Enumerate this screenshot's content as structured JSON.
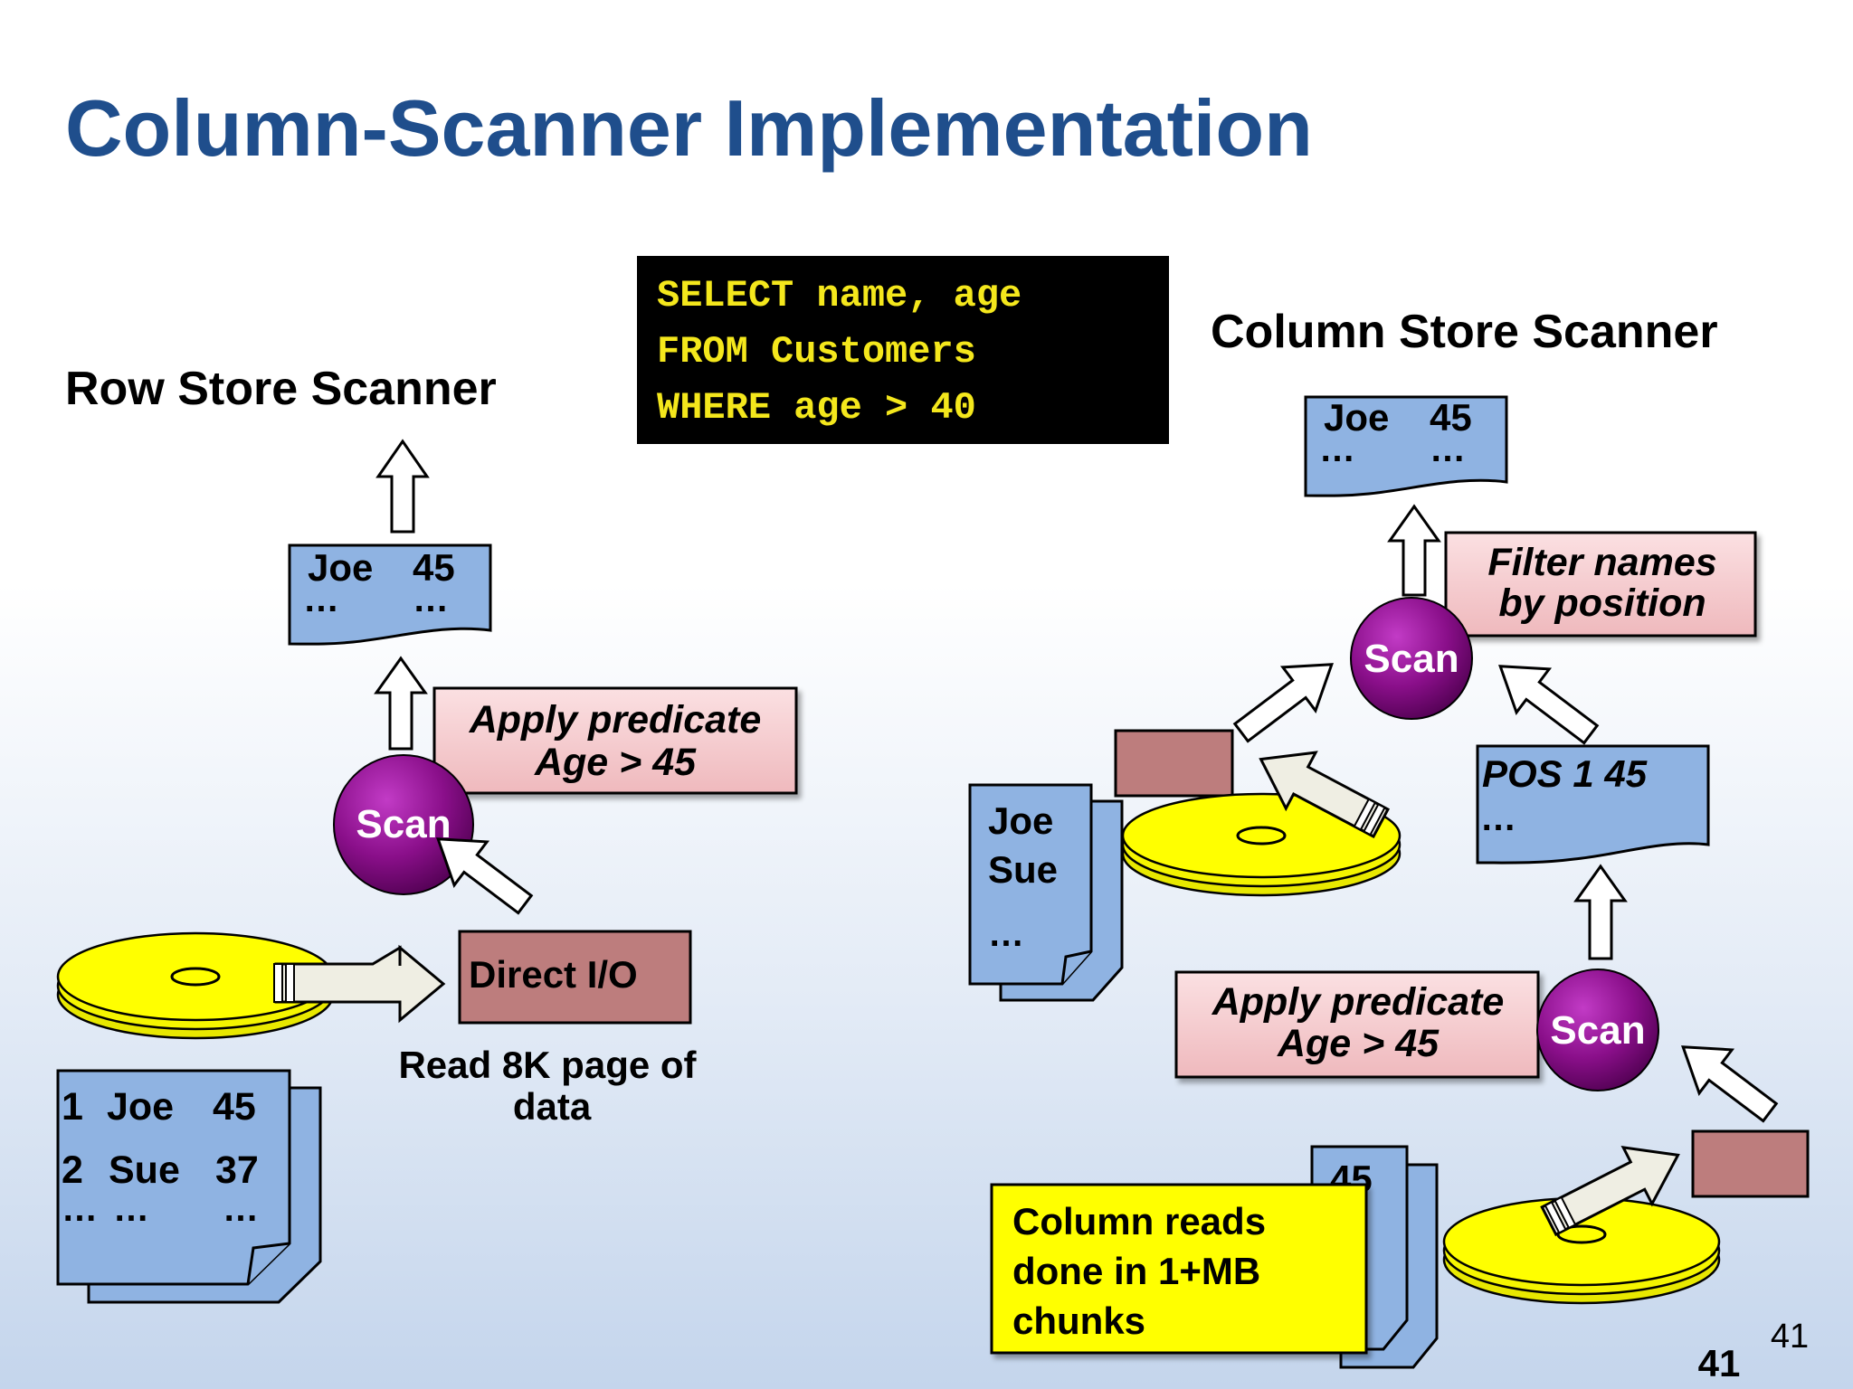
{
  "slide": {
    "title": "Column-Scanner Implementation",
    "slide_number_small": "41",
    "slide_number_large": "41"
  },
  "query": {
    "line1": "SELECT name, age",
    "line2": "FROM Customers",
    "line3": "WHERE age > 40"
  },
  "row_store": {
    "heading": "Row Store Scanner",
    "output_page": {
      "name": "Joe",
      "age": "45",
      "more_name": "…",
      "more_age": "…"
    },
    "predicate": {
      "line1": "Apply predicate",
      "line2": "Age > 45"
    },
    "scan_label": "Scan",
    "direct_io": "Direct I/O",
    "read_note": {
      "line1": "Read 8K page of",
      "line2": "data"
    },
    "data_page": {
      "row1": {
        "id": "1",
        "name": "Joe",
        "age": "45"
      },
      "row2": {
        "id": "2",
        "name": "Sue",
        "age": "37"
      },
      "more_id": "…",
      "more_name": "…",
      "more_age": "…"
    }
  },
  "column_store": {
    "heading": "Column Store Scanner",
    "output_page": {
      "name": "Joe",
      "age": "45",
      "more_name": "…",
      "more_age": "…"
    },
    "filter": {
      "line1": "Filter names",
      "line2": "by position"
    },
    "top_scan_label": "Scan",
    "names_page": {
      "item1": "Joe",
      "item2": "Sue",
      "more": "…"
    },
    "pos_page": {
      "line1": "POS 1  45",
      "more": "…"
    },
    "predicate": {
      "line1": "Apply predicate",
      "line2": "Age > 45"
    },
    "bottom_scan_label": "Scan",
    "ages_page": {
      "item1": "45"
    },
    "note": {
      "line1": "Column reads",
      "line2": "done in 1+MB",
      "line3": "chunks"
    }
  },
  "colors": {
    "title": "#1f4e8c",
    "page_fill": "#8fb3e2",
    "predicate_fill": "#f5c9cc",
    "io_block": "#bd7d7d",
    "scan_fill": "#8a0f8a",
    "disk_fill": "#ffff00",
    "query_bg": "#000000",
    "query_text": "#f4e71c",
    "note_fill": "#ffff00"
  },
  "icons": [
    "disk-icon",
    "scan-node-icon",
    "arrow-icon",
    "page-icon"
  ]
}
